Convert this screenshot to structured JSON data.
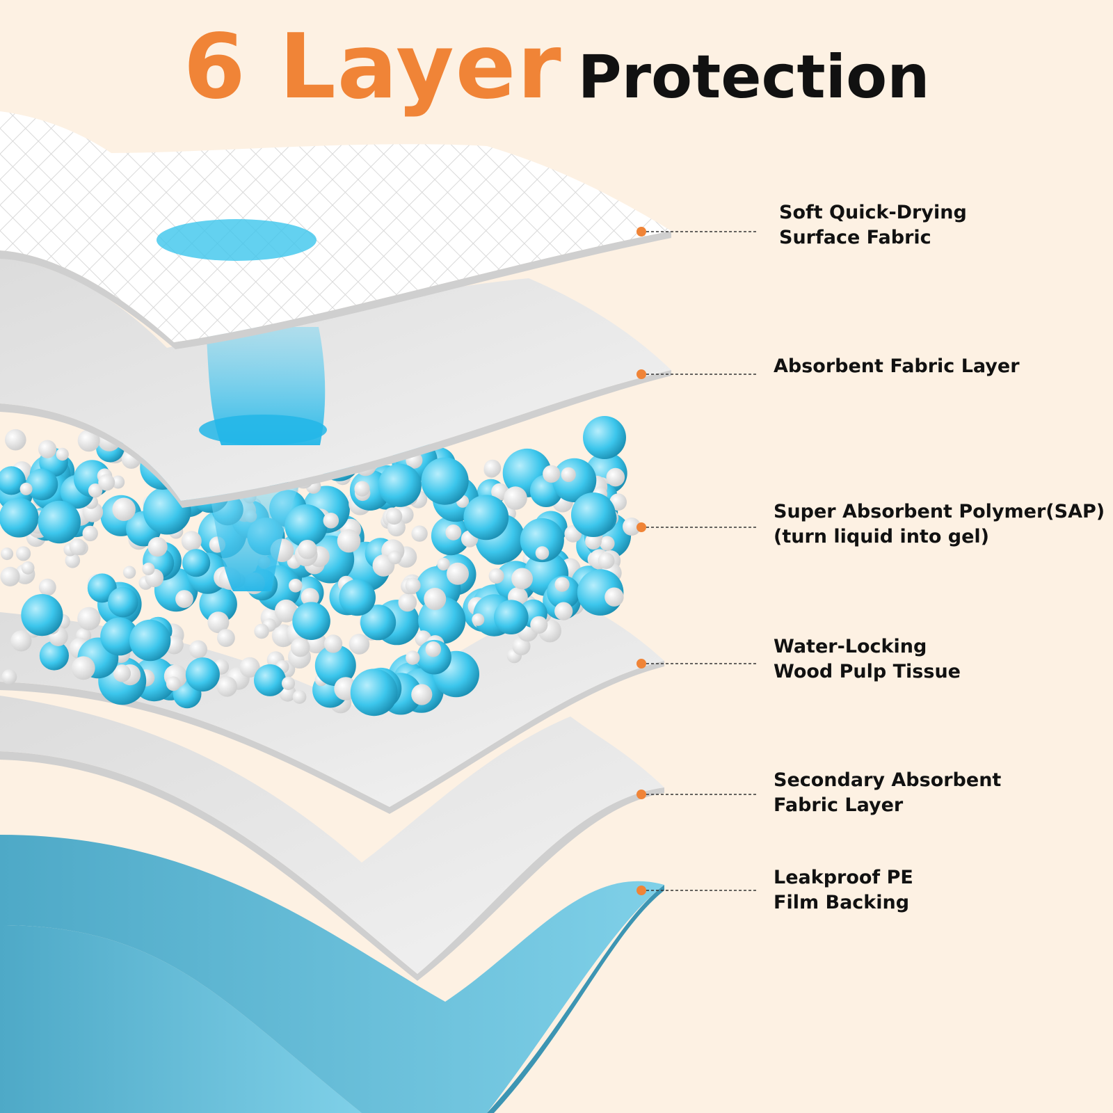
{
  "title": {
    "accent": "6 Layer",
    "main": "Protection"
  },
  "colors": {
    "background": "#fdf1e3",
    "accent": "#f08437",
    "text": "#111111",
    "layer_white": "#ffffff",
    "layer_grey": "#e6e6e6",
    "water_blue": "#3cc6ec",
    "film_blue": "#62bcd8"
  },
  "layers": [
    {
      "name": "soft-quick-drying-surface-fabric",
      "lines": [
        "Soft Quick-Drying",
        "Surface Fabric"
      ]
    },
    {
      "name": "absorbent-fabric-layer",
      "lines": [
        "Absorbent Fabric Layer"
      ]
    },
    {
      "name": "super-absorbent-polymer",
      "lines": [
        "Super Absorbent Polymer(SAP)",
        "(turn liquid into gel)"
      ]
    },
    {
      "name": "water-locking-wood-pulp-tissue",
      "lines": [
        "Water-Locking",
        "Wood Pulp Tissue"
      ]
    },
    {
      "name": "secondary-absorbent-fabric-layer",
      "lines": [
        "Secondary Absorbent",
        "Fabric Layer"
      ]
    },
    {
      "name": "leakproof-pe-film-backing",
      "lines": [
        "Leakproof PE",
        "Film Backing"
      ]
    }
  ]
}
